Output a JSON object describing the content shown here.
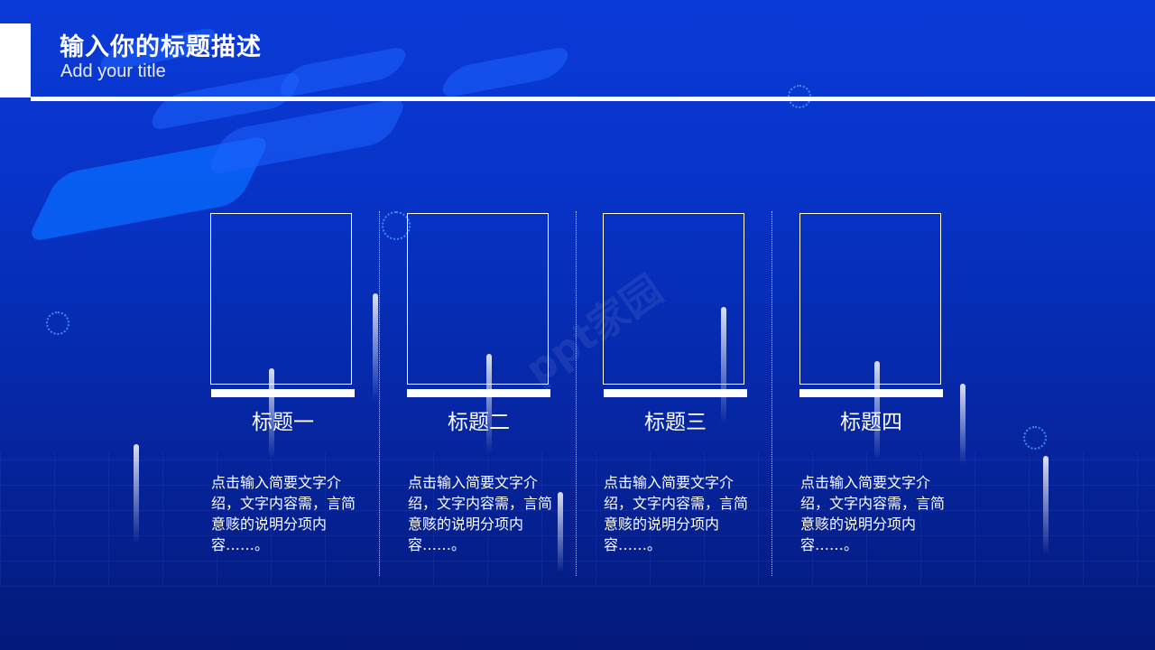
{
  "header": {
    "title_cn": "输入你的标题描述",
    "title_en": "Add your title"
  },
  "watermark": "ppt家园",
  "cards": [
    {
      "title": "标题一",
      "desc": "点击输入简要文字介绍，文字内容需，言简意赅的说明分项内容……。"
    },
    {
      "title": "标题二",
      "desc": "点击输入简要文字介绍，文字内容需，言简意赅的说明分项内容……。"
    },
    {
      "title": "标题三",
      "desc": "点击输入简要文字介绍，文字内容需，言简意赅的说明分项内容……。"
    },
    {
      "title": "标题四",
      "desc": "点击输入简要文字介绍，文字内容需，言简意赅的说明分项内容……。"
    }
  ],
  "colors": {
    "background": "#0733c7",
    "accent": "#1e63ff",
    "line": "#ffffff"
  }
}
